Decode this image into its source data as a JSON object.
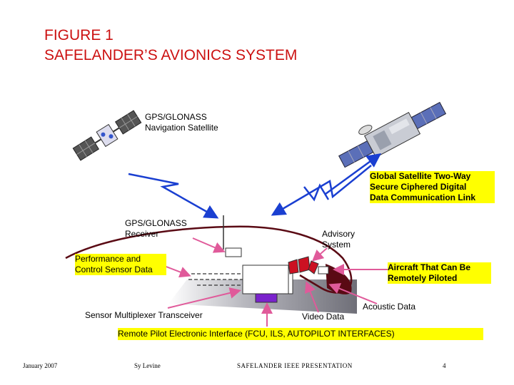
{
  "title": {
    "line1": "FIGURE 1",
    "line2": "SAFELANDER’S AVIONICS SYSTEM"
  },
  "labels": {
    "nav_satellite": "GPS/GLONASS\nNavigation Satellite",
    "comm_link": "Global Satellite Two-Way\nSecure Ciphered Digital\nData Communication Link",
    "receiver": "GPS/GLONASS\nReceiver",
    "advisory": "Advisory\nSystem",
    "perf_sensor": "Performance and\nControl Sensor Data",
    "remote_aircraft": "Aircraft That Can Be\nRemotely Piloted",
    "multiplexer": "Sensor Multiplexer Transceiver",
    "video": "Video Data",
    "acoustic": "Acoustic Data",
    "remote_interface": "Remote Pilot Electronic Interface  (FCU, ILS, AUTOPILOT INTERFACES)"
  },
  "footer": {
    "date": "January 2007",
    "author": "Sy Levine",
    "presentation": "SAFELANDER IEEE PRESENTATION",
    "page": "4"
  },
  "colors": {
    "title": "#cc1111",
    "link_arrow": "#1a3fd1",
    "pointer_arrow": "#e05a9a",
    "highlight": "#ffff00",
    "fuselage": "#5a0a14",
    "multiplexer_box": "#7a22cc",
    "advisory_panels": "#cc1122"
  }
}
